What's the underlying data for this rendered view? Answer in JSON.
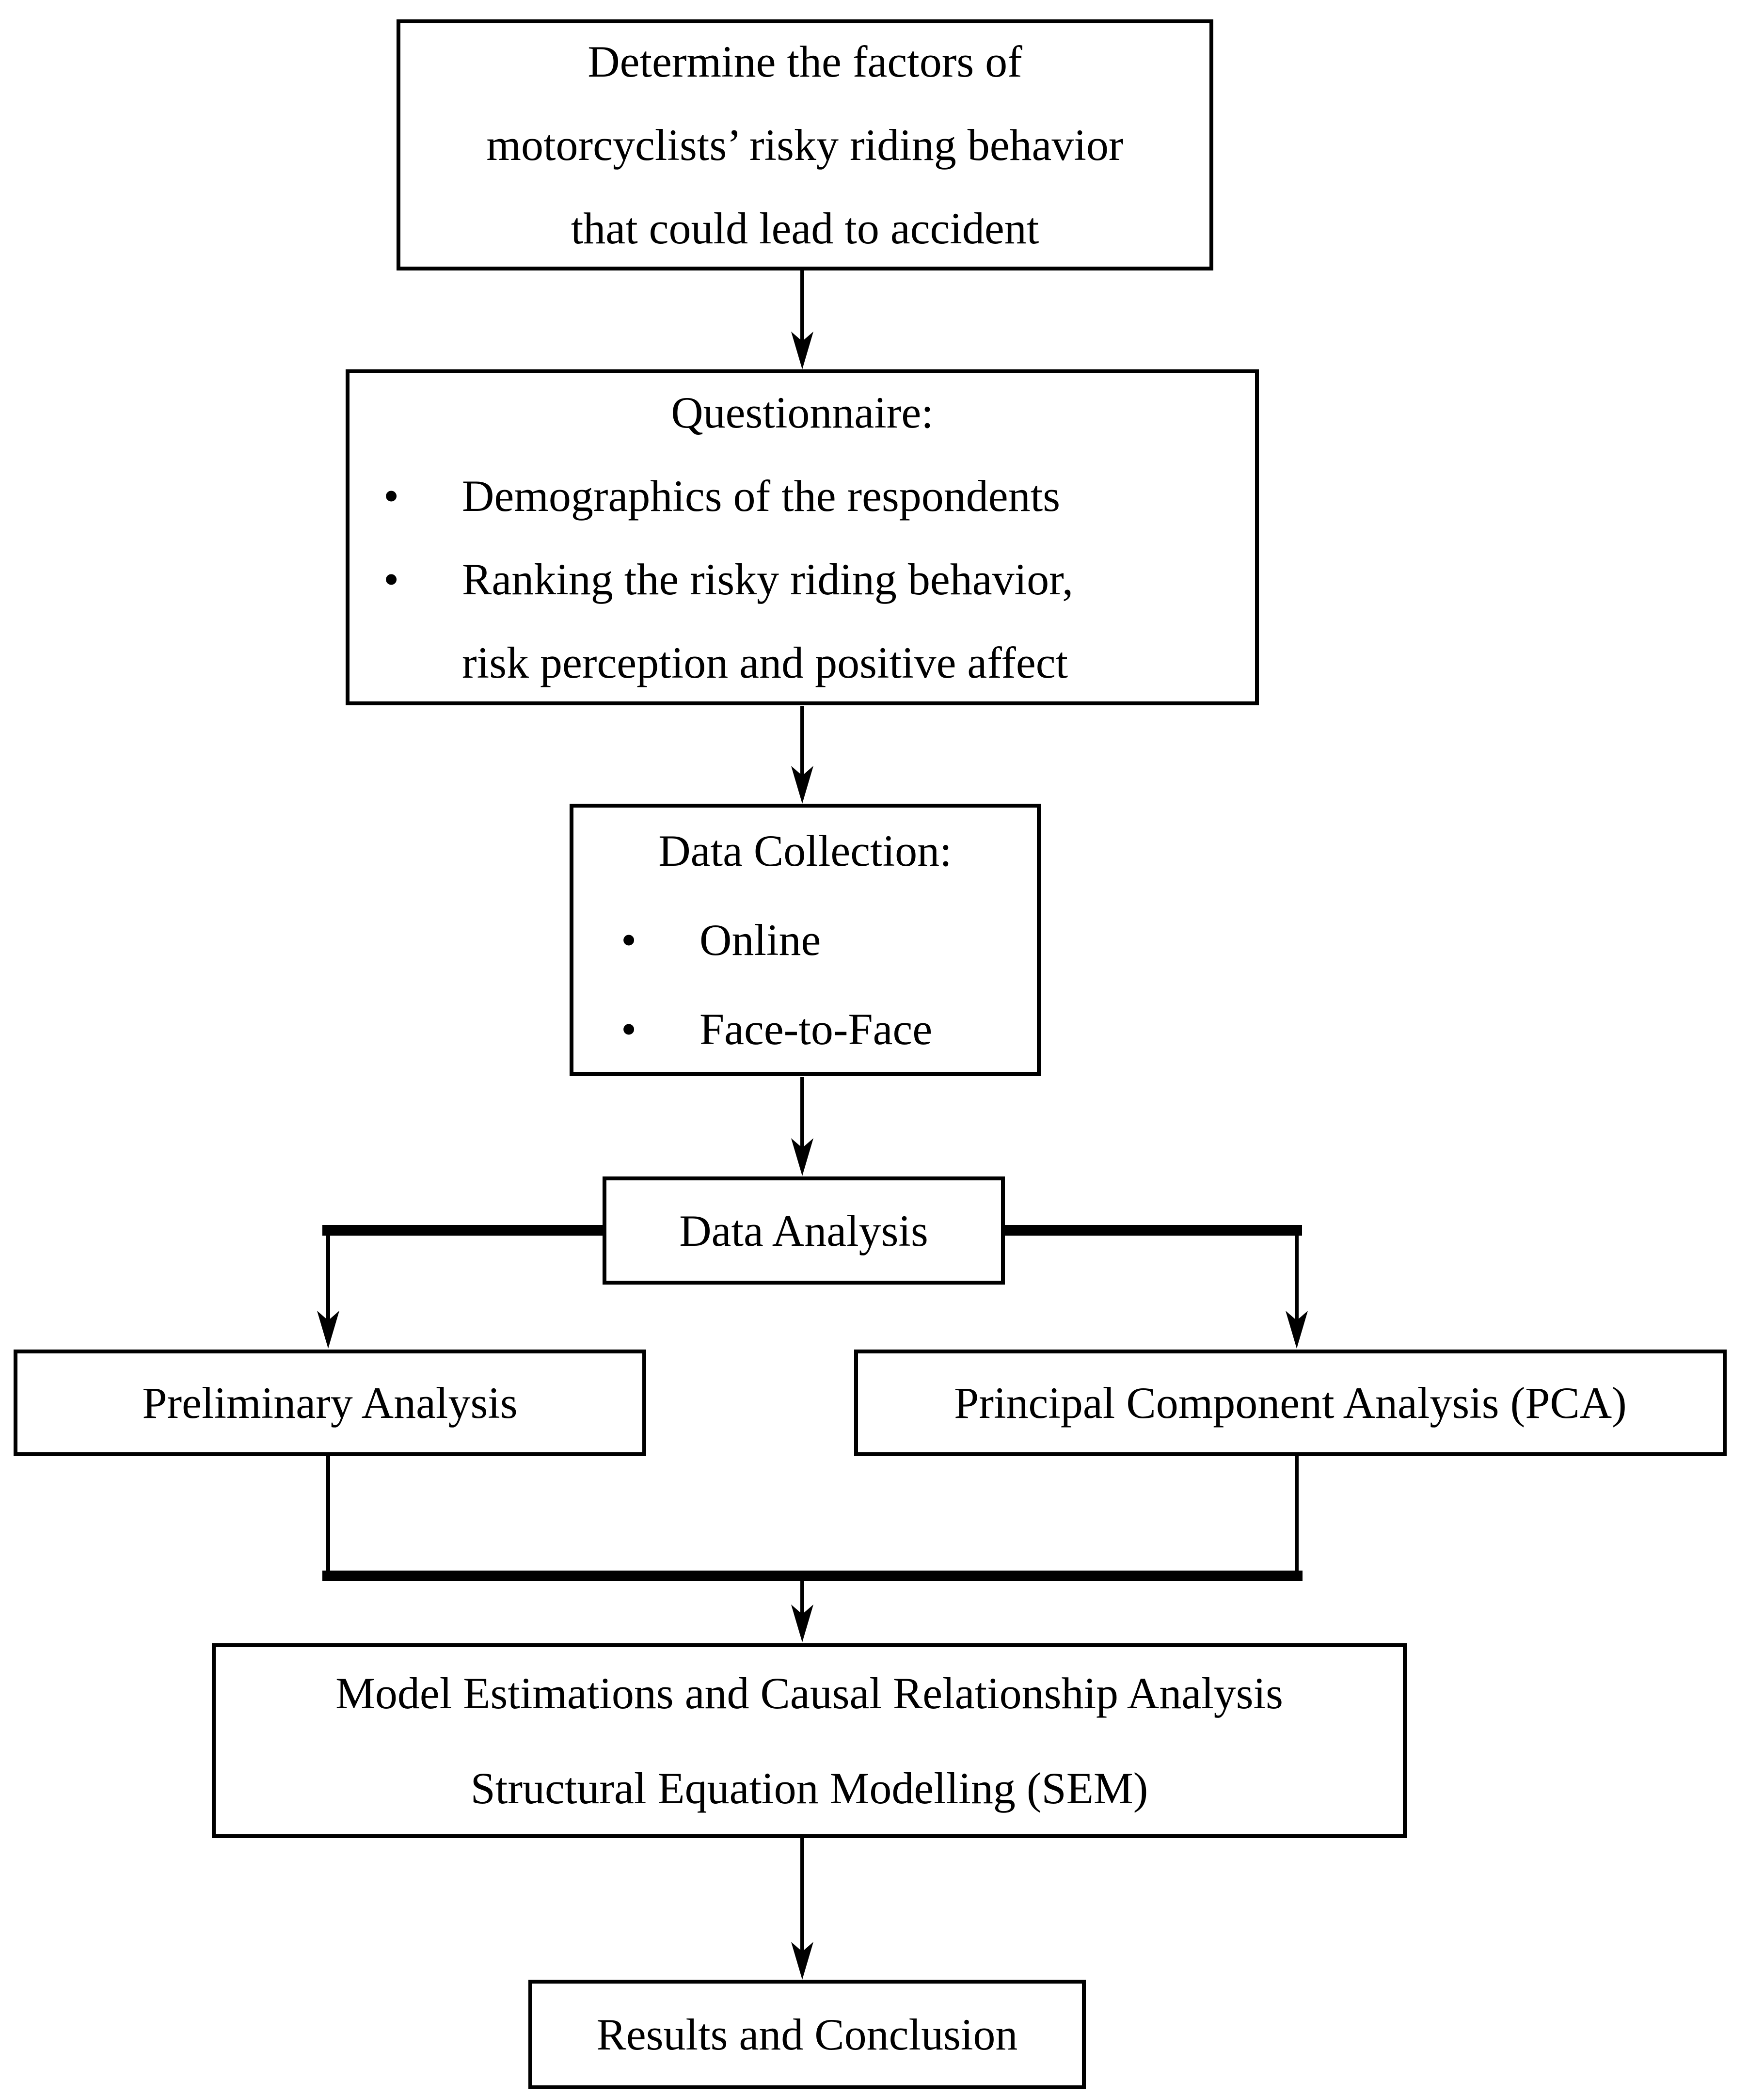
{
  "bullet_char": "•",
  "colors": {
    "background": "#ffffff",
    "line": "#000000",
    "text": "#000000"
  },
  "nodes": {
    "determine": {
      "line1": "Determine the factors of",
      "line2": "motorcyclists’ risky riding behavior",
      "line3": "that could lead to accident"
    },
    "questionnaire": {
      "title": "Questionnaire:",
      "bullet1": "Demographics of the respondents",
      "bullet2_line1": "Ranking the risky riding behavior,",
      "bullet2_line2": "risk perception and positive affect"
    },
    "data_collection": {
      "title": "Data Collection:",
      "bullet1": "Online",
      "bullet2": "Face-to-Face"
    },
    "data_analysis": {
      "label": "Data Analysis"
    },
    "preliminary_analysis": {
      "label": "Preliminary Analysis"
    },
    "pca": {
      "label": "Principal Component Analysis (PCA)"
    },
    "sem": {
      "line1": "Model Estimations and Causal Relationship Analysis",
      "line2": "Structural Equation Modelling (SEM)"
    },
    "results": {
      "label": "Results and Conclusion"
    }
  }
}
